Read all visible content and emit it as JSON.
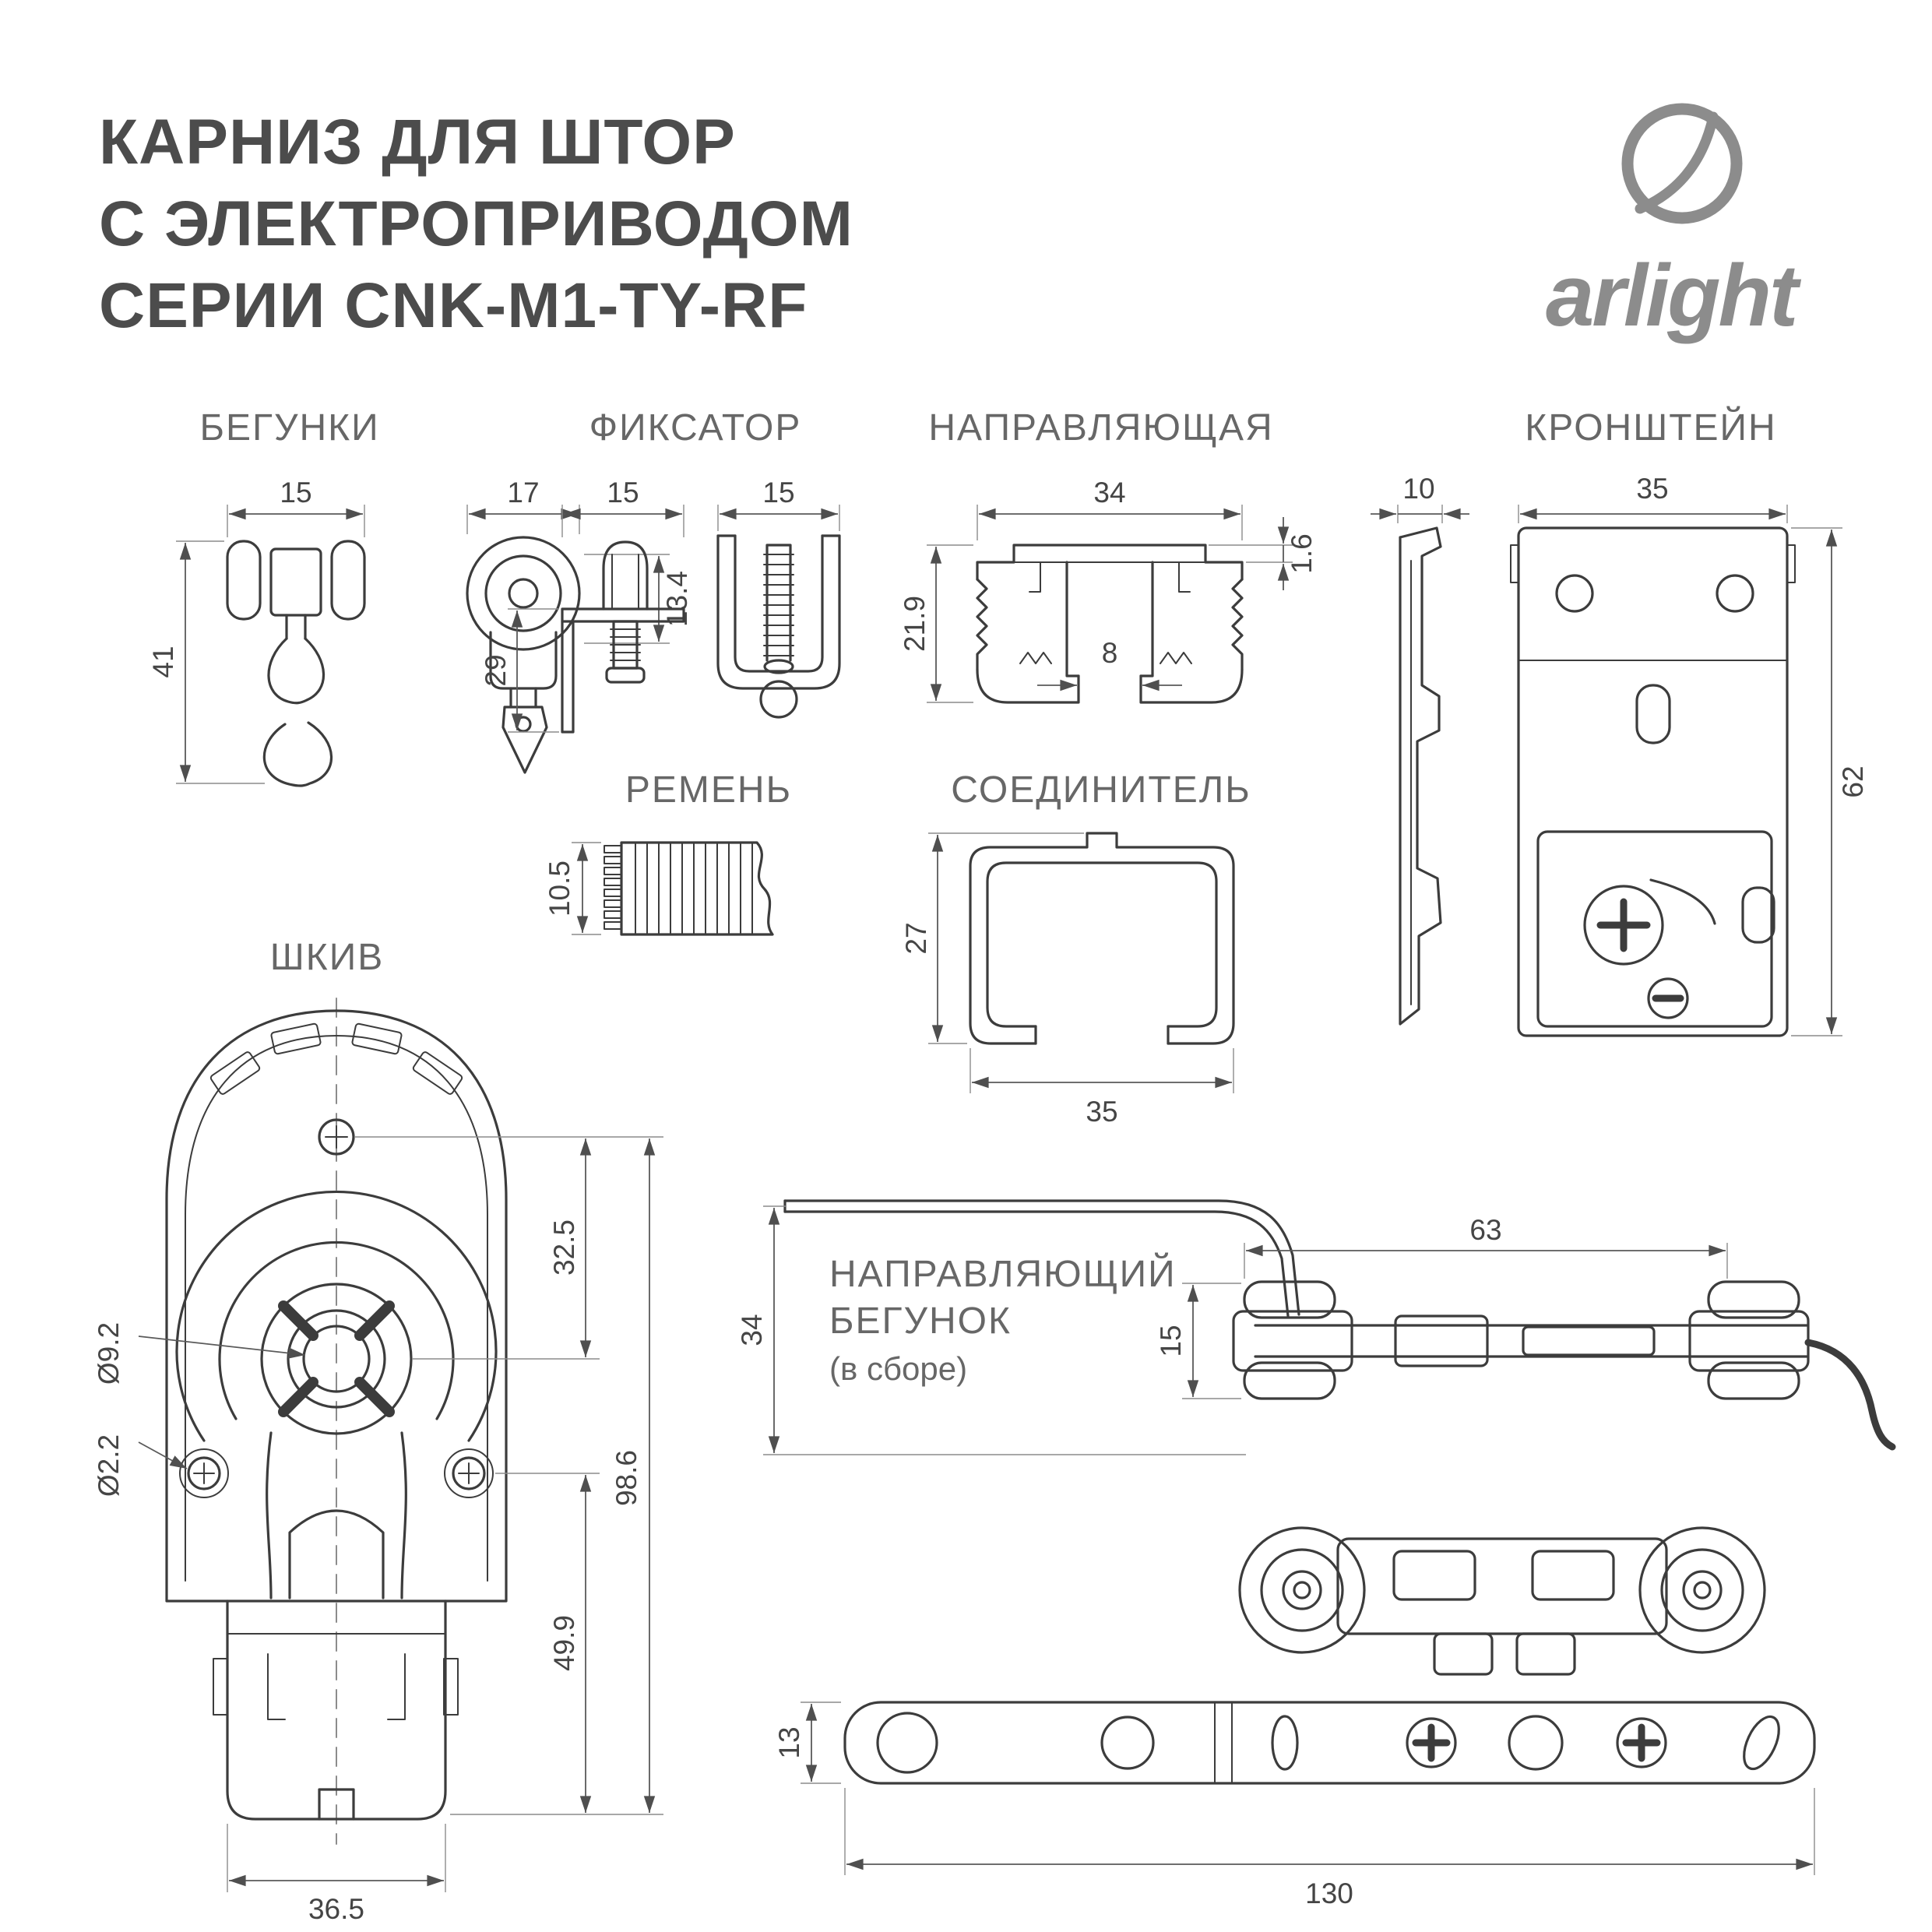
{
  "title": {
    "line1": "КАРНИЗ ДЛЯ ШТОР",
    "line2": "С ЭЛЕКТРОПРИВОДОМ",
    "line3": "СЕРИИ CNK-M1-TY-RF"
  },
  "logo": {
    "text": "arlight"
  },
  "colors": {
    "line": "#3c3c3c",
    "label": "#676767",
    "dim": "#454545",
    "logo": "#8c8c8c"
  },
  "sections": {
    "begunki": {
      "label": "БЕГУНКИ",
      "dim_w1": "15",
      "dim_w2": "17",
      "dim_h1": "41",
      "dim_h2": "13.4"
    },
    "fiksator": {
      "label": "ФИКСАТОР",
      "dim_w1": "15",
      "dim_w2": "15",
      "dim_h": "29"
    },
    "rail": {
      "label": "НАПРАВЛЯЮЩАЯ",
      "dim_w": "34",
      "dim_t": "1.6",
      "dim_h": "21.9",
      "dim_gap": "8"
    },
    "bracket": {
      "label": "КРОНШТЕЙН",
      "dim_w1": "10",
      "dim_w2": "35",
      "dim_h": "62"
    },
    "belt": {
      "label": "РЕМЕНЬ",
      "dim_h": "10.5"
    },
    "connector": {
      "label": "СОЕДИНИТЕЛЬ",
      "dim_h": "27",
      "dim_w": "35"
    },
    "pulley": {
      "label": "ШКИВ",
      "dim_1": "32.5",
      "dim_2": "98.6",
      "dim_3": "49.9",
      "dim_dia1": "Ø9.2",
      "dim_dia2": "Ø2.2",
      "dim_w": "36.5"
    },
    "runner": {
      "label1": "НАПРАВЛЯЮЩИЙ",
      "label2": "БЕГУНОК",
      "label3": "(в сборе)",
      "dim_63": "63",
      "dim_34": "34",
      "dim_15": "15",
      "dim_13": "13",
      "dim_130": "130"
    }
  }
}
